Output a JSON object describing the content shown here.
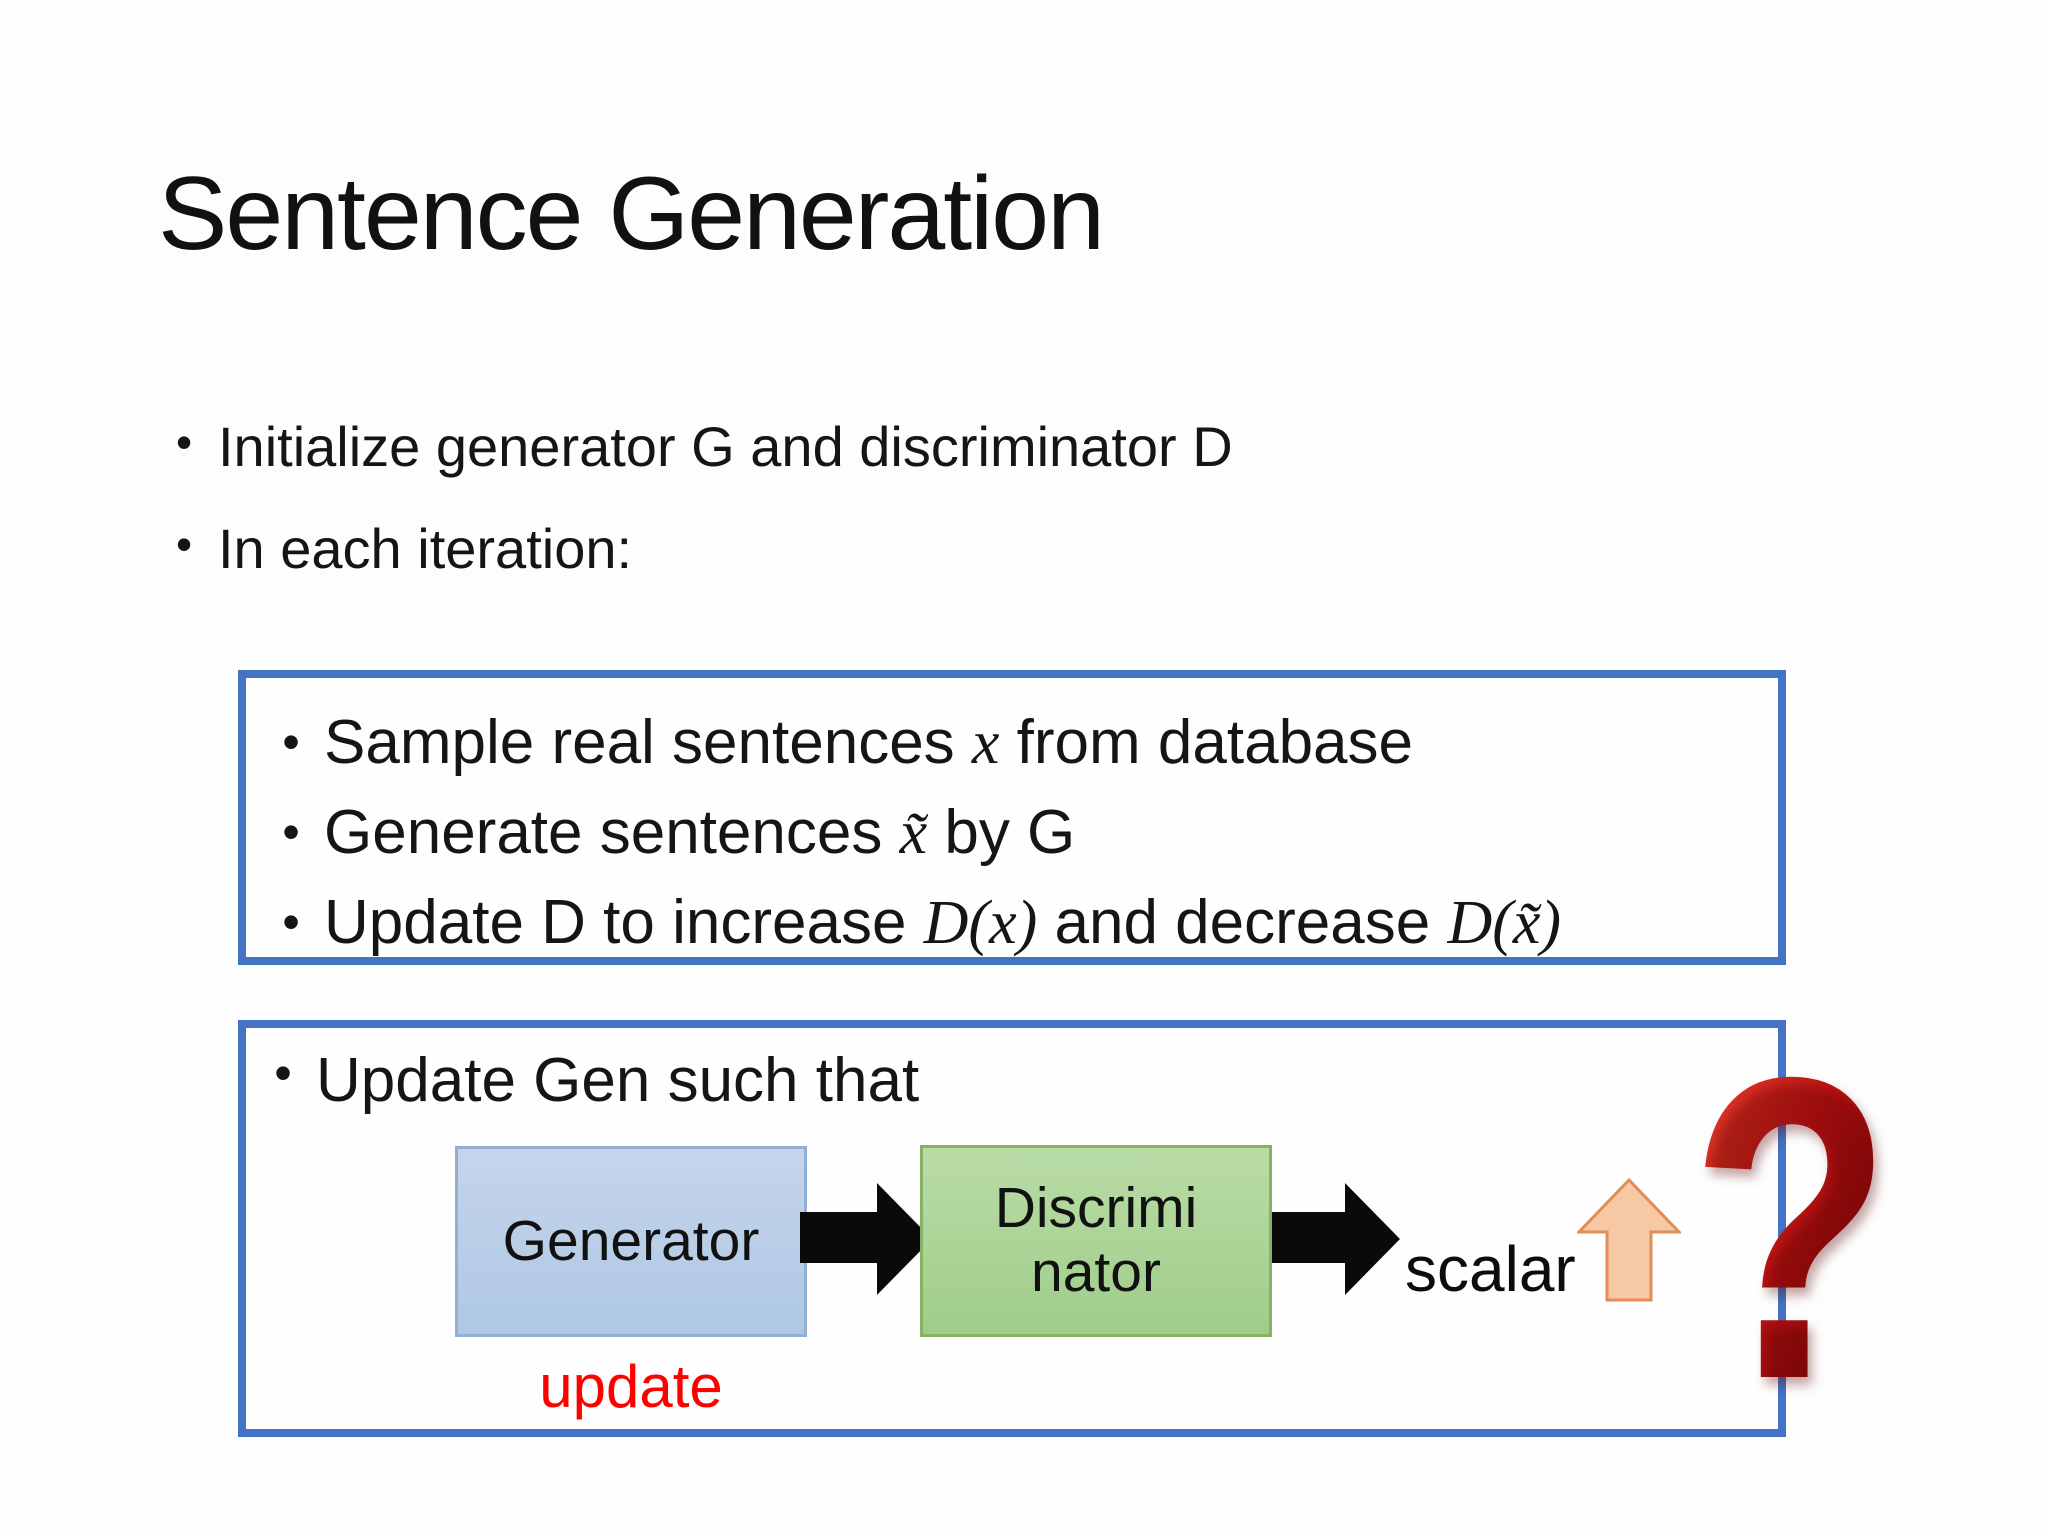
{
  "slide": {
    "title": "Sentence Generation",
    "bullet_char": "•",
    "bullets": [
      "Initialize generator G and discriminator D",
      "In each iteration:"
    ],
    "algorithm_box": {
      "lines": [
        {
          "parts": [
            {
              "t": "Sample real sentences "
            },
            {
              "t": "x"
            },
            {
              "t": " from database"
            }
          ]
        },
        {
          "parts": [
            {
              "t": "Generate sentences "
            },
            {
              "t": "x̃"
            },
            {
              "t": " by G"
            }
          ]
        },
        {
          "parts": [
            {
              "t": "Update D to increase "
            },
            {
              "t": "D(x)"
            },
            {
              "t": " and decrease "
            },
            {
              "t": "D(x̃)"
            }
          ]
        }
      ]
    },
    "update_box": {
      "bullet": "Update Gen such that",
      "generator_label": "Generator",
      "update_label": "update",
      "discriminator_line1": "Discrimi",
      "discriminator_line2": "nator",
      "scalar_label": "scalar",
      "question_mark": "?"
    },
    "colors": {
      "frame_border_blue": "#4472c4",
      "generator_fill": "#b9cde5",
      "generator_border": "#8fb0d4",
      "discriminator_fill": "#abd596",
      "discriminator_border": "#86b265",
      "flow_arrow_black": "#0a0a0a",
      "up_arrow_fill": "#f6c8a4",
      "up_arrow_border": "#e28d59",
      "update_text_red": "#ff0000",
      "question_mark_red": "#b01010",
      "text_black": "#151515"
    }
  }
}
